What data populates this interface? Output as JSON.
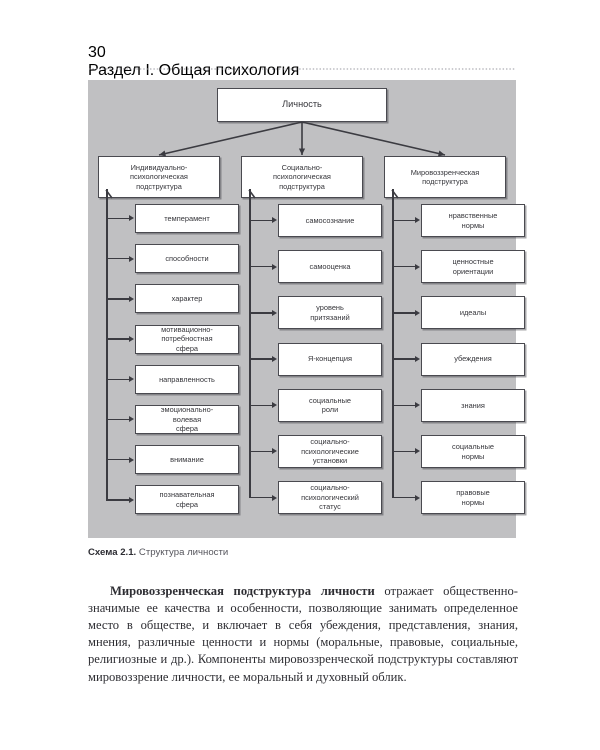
{
  "header": {
    "page_number": "30",
    "section": "Раздел I. Общая психология"
  },
  "figure": {
    "root": "Личность",
    "caption_label": "Схема 2.1.",
    "caption_text": "Структура личности",
    "branches": [
      {
        "title": "Индивидуально-\nпсихологическая\nподструктура",
        "title_lines": [
          "Индивидуально-",
          "психологическая",
          "подструктура"
        ],
        "items": [
          {
            "lines": [
              "темперамент"
            ]
          },
          {
            "lines": [
              "способности"
            ]
          },
          {
            "lines": [
              "характер"
            ]
          },
          {
            "lines": [
              "мотивационно-",
              "потребностная",
              "сфера"
            ]
          },
          {
            "lines": [
              "направленность"
            ]
          },
          {
            "lines": [
              "эмоционально-",
              "волевая",
              "сфера"
            ]
          },
          {
            "lines": [
              "внимание"
            ]
          },
          {
            "lines": [
              "познавательная",
              "сфера"
            ]
          }
        ]
      },
      {
        "title": "Социально-\nпсихологическая\nподструктура",
        "title_lines": [
          "Социально-",
          "психологическая",
          "подструктура"
        ],
        "items": [
          {
            "lines": [
              "самосознание"
            ]
          },
          {
            "lines": [
              "самооценка"
            ]
          },
          {
            "lines": [
              "уровень",
              "притязаний"
            ]
          },
          {
            "lines": [
              "Я-концепция"
            ]
          },
          {
            "lines": [
              "социальные",
              "роли"
            ]
          },
          {
            "lines": [
              "социально-",
              "психологические",
              "установки"
            ]
          },
          {
            "lines": [
              "социально-",
              "психологический",
              "статус"
            ]
          }
        ]
      },
      {
        "title": "Мировоззренческая\nподструктура",
        "title_lines": [
          "Мировоззренческая",
          "подструктура"
        ],
        "items": [
          {
            "lines": [
              "нравственные",
              "нормы"
            ]
          },
          {
            "lines": [
              "ценностные",
              "ориентации"
            ]
          },
          {
            "lines": [
              "идеалы"
            ]
          },
          {
            "lines": [
              "убеждения"
            ]
          },
          {
            "lines": [
              "знания"
            ]
          },
          {
            "lines": [
              "социальные",
              "нормы"
            ]
          },
          {
            "lines": [
              "правовые",
              "нормы"
            ]
          }
        ]
      }
    ]
  },
  "body": {
    "lead": "Мировоззренческая подструктура личности",
    "text": " отражает общественно-значимые ее качества и особенности, позволяющие занимать определенное место в обществе, и включает в себя убеждения, представления, знания, мнения, различные ценности и нормы (моральные, правовые, социальные, религиозные и др.). Компоненты мировоззренческой подструктуры составляют мировоззрение личности, ее моральный и духовный облик."
  },
  "colors": {
    "panel_background": "#c0c0c2",
    "node_border": "#4a4a50",
    "node_fill": "#ffffff",
    "connector": "#3b3b41",
    "text": "#2e2e33"
  }
}
